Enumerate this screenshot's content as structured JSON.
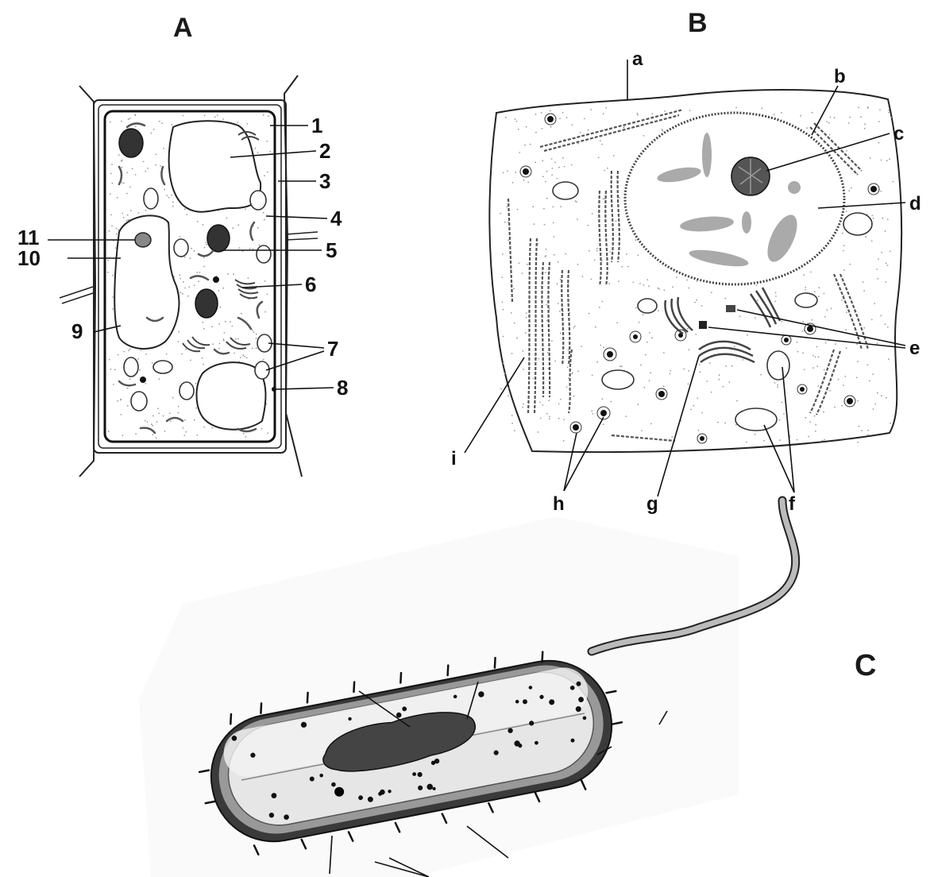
{
  "panels": {
    "A": {
      "title": "A",
      "labels": [
        "1",
        "2",
        "3",
        "4",
        "5",
        "6",
        "7",
        "8",
        "9",
        "10",
        "11"
      ]
    },
    "B": {
      "title": "B",
      "labels": [
        "a",
        "b",
        "c",
        "d",
        "e",
        "f",
        "g",
        "h",
        "i"
      ]
    },
    "C": {
      "title": "C"
    }
  }
}
